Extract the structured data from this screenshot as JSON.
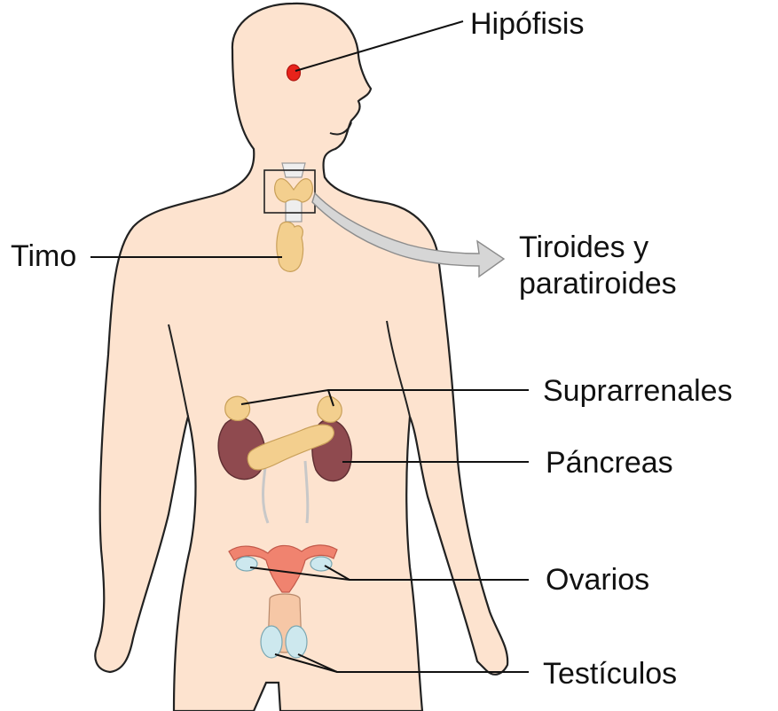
{
  "labels": {
    "hipofisis": "Hipófisis",
    "timo": "Timo",
    "tiroides_line1": "Tiroides y",
    "tiroides_line2": "paratiroides",
    "suprarrenales": "Suprarrenales",
    "pancreas": "Páncreas",
    "ovarios": "Ovarios",
    "testiculos": "Testículos"
  },
  "colors": {
    "skin": "#fde3cf",
    "pituitary": "#e8231b",
    "gland": "#f3cf8e",
    "kidney": "#8f4a4f",
    "ovary_uterus": "#f0836f",
    "ovary_blue": "#cde8ee",
    "arrow": "#d6d6d6"
  }
}
